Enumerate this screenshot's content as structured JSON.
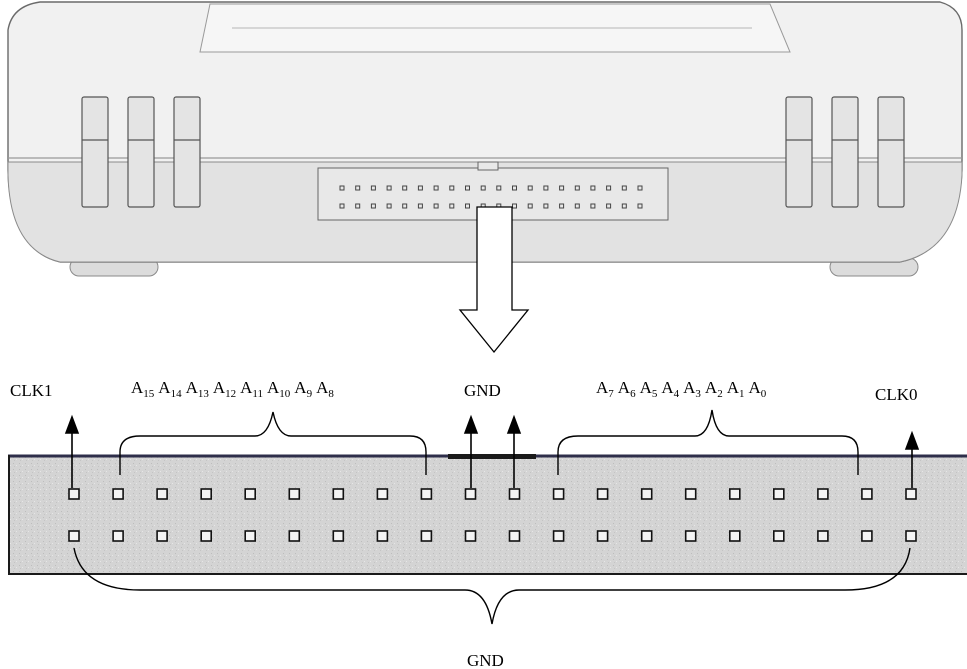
{
  "labels": {
    "clk1": "CLK1",
    "clk0": "CLK0",
    "gnd_top": "GND",
    "gnd_bottom": "GND"
  },
  "address_groups": {
    "high": [
      {
        "base": "A",
        "sub": "15"
      },
      {
        "base": "A",
        "sub": "14"
      },
      {
        "base": "A",
        "sub": "13"
      },
      {
        "base": "A",
        "sub": "12"
      },
      {
        "base": "A",
        "sub": "11"
      },
      {
        "base": "A",
        "sub": "10"
      },
      {
        "base": "A",
        "sub": "9"
      },
      {
        "base": "A",
        "sub": "8"
      }
    ],
    "low": [
      {
        "base": "A",
        "sub": "7"
      },
      {
        "base": "A",
        "sub": "6"
      },
      {
        "base": "A",
        "sub": "5"
      },
      {
        "base": "A",
        "sub": "4"
      },
      {
        "base": "A",
        "sub": "3"
      },
      {
        "base": "A",
        "sub": "2"
      },
      {
        "base": "A",
        "sub": "1"
      },
      {
        "base": "A",
        "sub": "0"
      }
    ]
  },
  "connector": {
    "columns": 20,
    "rows": 2
  },
  "colors": {
    "device_fill": "#f1f1f1",
    "device_stroke": "#6a6a6a",
    "connector_fill": "#d6d6d6",
    "connector_top_band": "#2e2e4a",
    "line": "#000000"
  }
}
